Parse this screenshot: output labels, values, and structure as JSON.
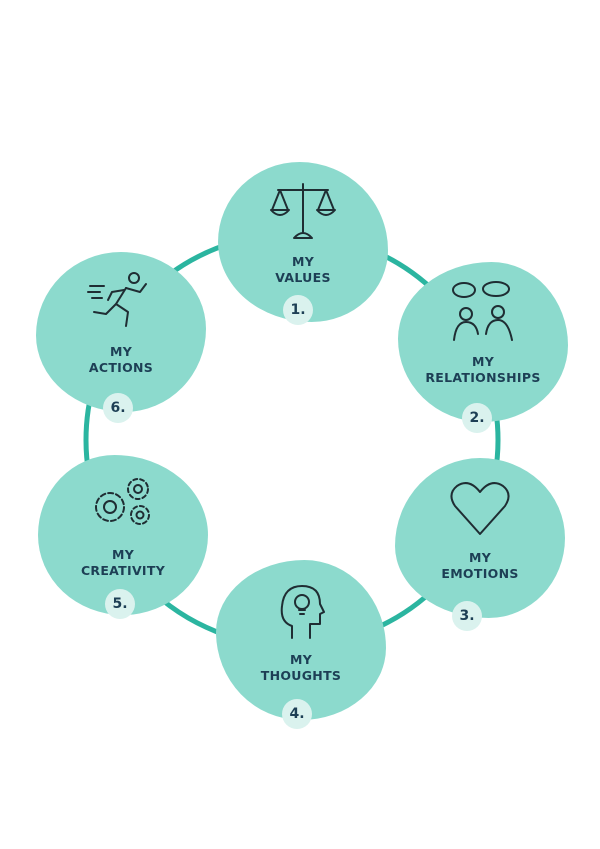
{
  "colors": {
    "blob": "#8cdacd",
    "ring": "#2bb5a0",
    "text": "#1d3f55",
    "badge": "#daf2ee"
  },
  "nodes": [
    {
      "number": "1.",
      "line1": "MY",
      "line2": "VALUES",
      "icon": "scales-icon"
    },
    {
      "number": "2.",
      "line1": "MY",
      "line2": "RELATIONSHIPS",
      "icon": "conversation-icon"
    },
    {
      "number": "3.",
      "line1": "MY",
      "line2": "EMOTIONS",
      "icon": "heart-icon"
    },
    {
      "number": "4.",
      "line1": "MY",
      "line2": "THOUGHTS",
      "icon": "head-lightbulb-icon"
    },
    {
      "number": "5.",
      "line1": "MY",
      "line2": "CREATIVITY",
      "icon": "gears-icon"
    },
    {
      "number": "6.",
      "line1": "MY",
      "line2": "ACTIONS",
      "icon": "running-person-icon"
    }
  ]
}
